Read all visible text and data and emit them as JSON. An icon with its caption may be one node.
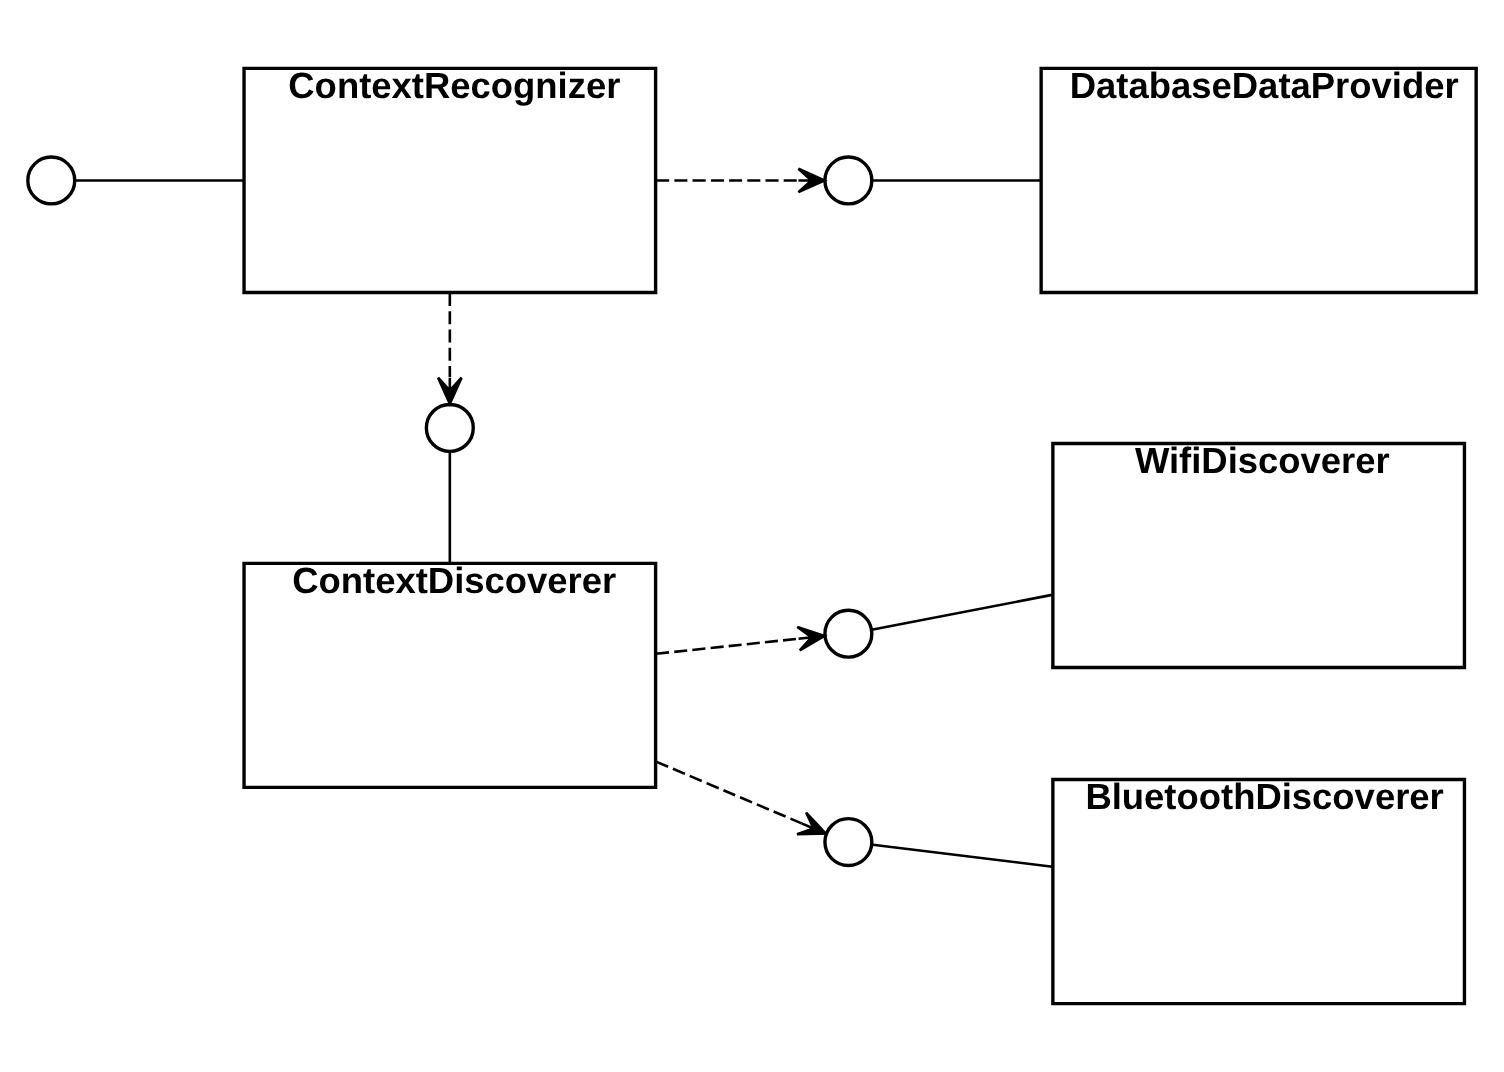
{
  "diagram": {
    "nodes": [
      {
        "text": [
          "ContextRecognizer"
        ]
      },
      {
        "text": [
          "DatabaseDataProvider"
        ]
      },
      {
        "text": [
          "ContextDiscoverer"
        ]
      },
      {
        "text": [
          "WifiDiscoverer"
        ]
      },
      {
        "text": [
          "BluetoothDiscoverer"
        ]
      },
      {
        "text": [],
        "shape": "circle"
      },
      {
        "text": [],
        "shape": "circle"
      },
      {
        "text": [],
        "shape": "circle"
      },
      {
        "text": [],
        "shape": "circle"
      },
      {
        "text": [],
        "shape": "circle"
      }
    ],
    "edges": [
      {
        "from": 5,
        "to": 0,
        "arrow": "none"
      },
      {
        "from": 0,
        "to": 6,
        "arrow": "to",
        "style": "dashed"
      },
      {
        "from": 6,
        "to": 1,
        "arrow": "none"
      },
      {
        "from": 0,
        "to": 7,
        "arrow": "to",
        "style": "dashed"
      },
      {
        "from": 7,
        "to": 2,
        "arrow": "none"
      },
      {
        "from": 2,
        "to": 8,
        "arrow": "to",
        "style": "dashed"
      },
      {
        "from": 8,
        "to": 3,
        "arrow": "none"
      },
      {
        "from": 2,
        "to": 9,
        "arrow": "to",
        "style": "dashed"
      },
      {
        "from": 9,
        "to": 4,
        "arrow": "none"
      }
    ]
  }
}
